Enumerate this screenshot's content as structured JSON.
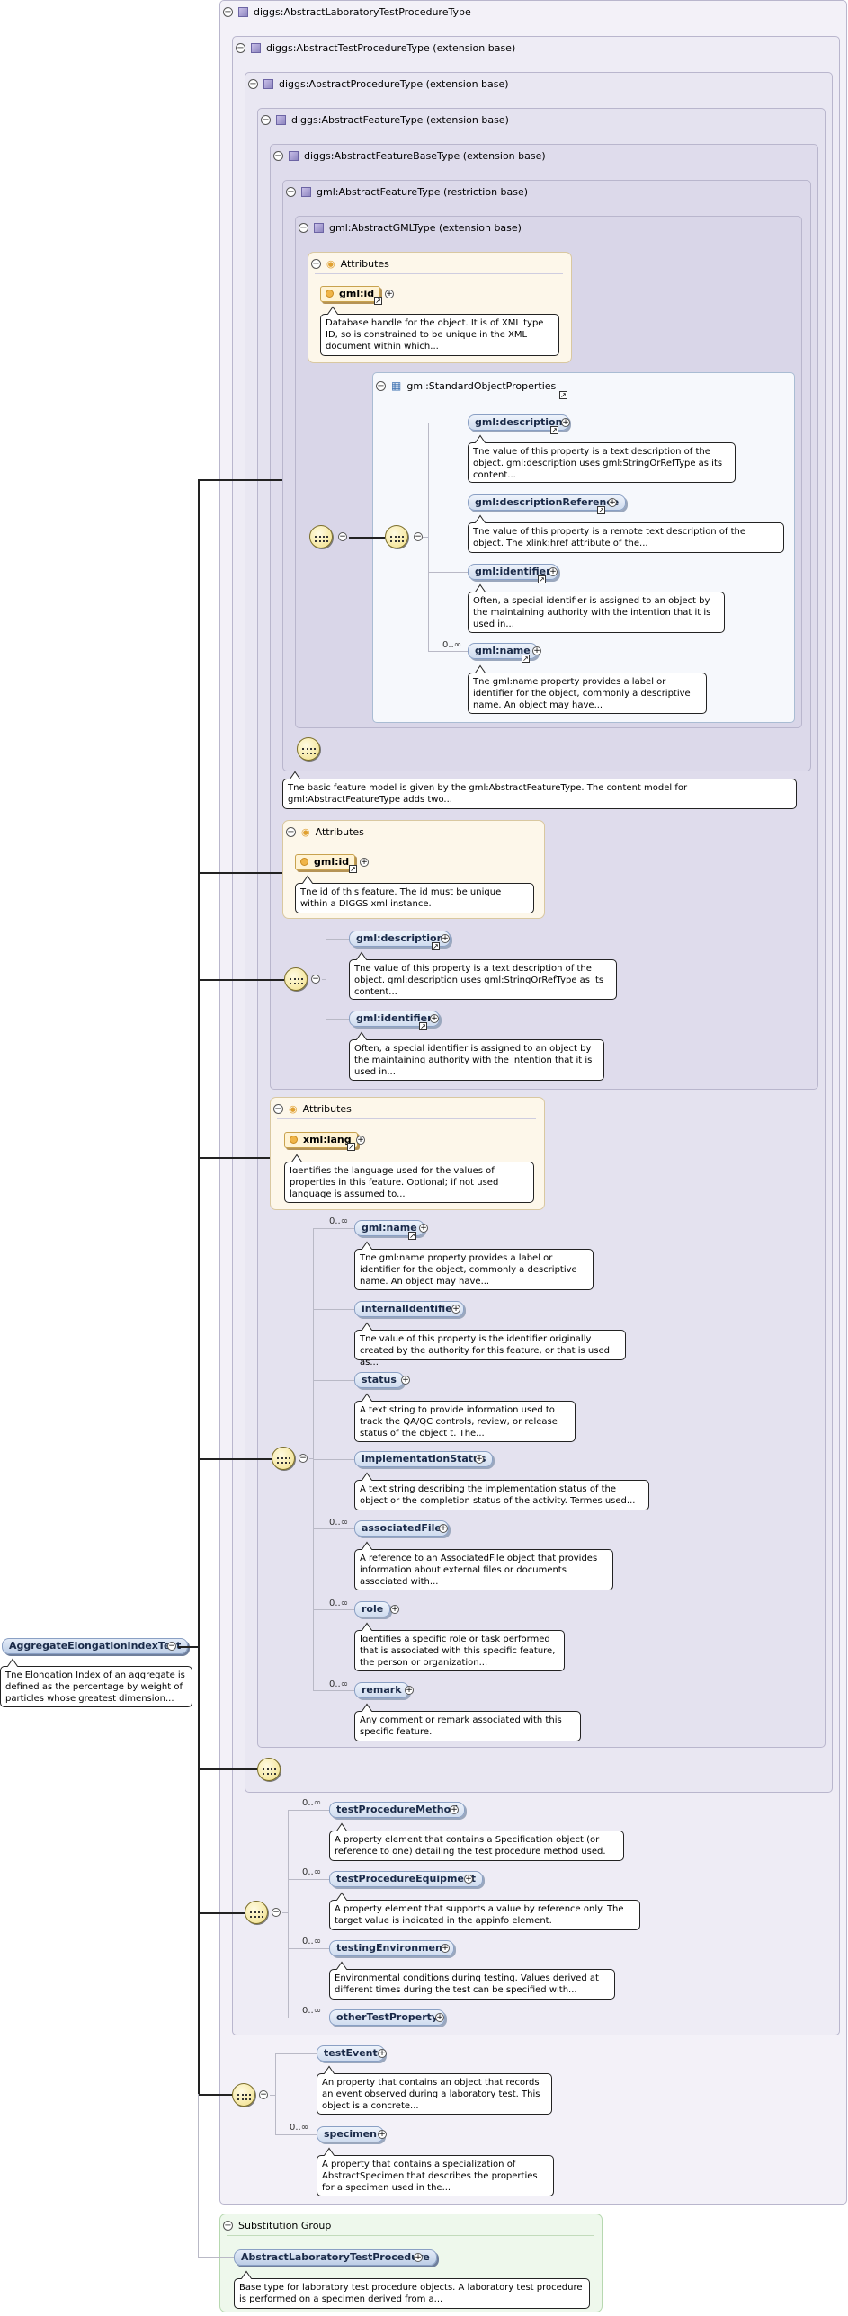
{
  "root": {
    "name": "AggregateElongationIndexTest",
    "doc": "The Elongation Index of an aggregate is defined as the percentage by weight of particles whose greatest dimension..."
  },
  "types": {
    "t1": "diggs:AbstractLaboratoryTestProcedureType",
    "t2": "diggs:AbstractTestProcedureType (extension base)",
    "t3": "diggs:AbstractProcedureType (extension base)",
    "t4": "diggs:AbstractFeatureType (extension base)",
    "t5": "diggs:AbstractFeatureBaseType (extension base)",
    "t6": "gml:AbstractFeatureType (restriction base)",
    "t7": "gml:AbstractGMLType (extension base)"
  },
  "attributes_label": "Attributes",
  "gml_id": {
    "name": "gml:id",
    "doc": "Database handle for the object. It is of XML type ID, so is constrained to be unique in the XML document within which..."
  },
  "std_props": {
    "title": "gml:StandardObjectProperties",
    "items": [
      {
        "name": "gml:description",
        "doc": "The value of this property is a text description of the object. gml:description uses gml:StringOrRefType as its content..."
      },
      {
        "name": "gml:descriptionReference",
        "doc": "The value of this property is a remote text description of the object. The xlink:href attribute of the..."
      },
      {
        "name": "gml:identifier",
        "doc": "Often, a special identifier is assigned to an object by the maintaining authority with the intention that it is used in..."
      },
      {
        "name": "gml:name",
        "occ": "0..∞",
        "doc": "The gml:name property provides a label or identifier for the object, commonly a descriptive name. An object may have..."
      }
    ]
  },
  "gml_feature_doc": "The basic feature model is given by the gml:AbstractFeatureType. The content model for gml:AbstractFeatureType adds two...",
  "feature_base_attr": {
    "name": "gml:id",
    "doc": "The id of this feature. The id must be unique within a DIGGS xml instance."
  },
  "feature_base_seq": [
    {
      "name": "gml:description",
      "doc": "The value of this property is a text description of the object. gml:description uses gml:StringOrRefType as its content..."
    },
    {
      "name": "gml:identifier",
      "doc": "Often, a special identifier is assigned to an object by the maintaining authority with the intention that it is used in..."
    }
  ],
  "feature_attr": {
    "name": "xml:lang",
    "doc": "Identifies the language used for the values of properties in this feature. Optional; if not used language is assumed to..."
  },
  "feature_seq": [
    {
      "name": "gml:name",
      "occ": "0..∞",
      "doc": "The gml:name property provides a label or identifier for the object, commonly a descriptive name. An object may have..."
    },
    {
      "name": "internalIdentifier",
      "occ": "",
      "doc": "The value of this property is the identifier originally created by the authority for this feature, or that is used as..."
    },
    {
      "name": "status",
      "occ": "",
      "doc": "A text string to provide information used to track the QA/QC controls, review, or release status of the object t. The..."
    },
    {
      "name": "implementationStatus",
      "occ": "",
      "doc": "A text string describing the implementation status of the object or the completion status of the activity. Termes used..."
    },
    {
      "name": "associatedFile",
      "occ": "0..∞",
      "doc": "A reference to an AssociatedFile object that provides information about external files or documents associated with..."
    },
    {
      "name": "role",
      "occ": "0..∞",
      "doc": "Identifies a specific role or task performed that is associated with this specific feature, the person or organization..."
    },
    {
      "name": "remark",
      "occ": "0..∞",
      "doc": "Any comment or remark associated with this specific feature."
    }
  ],
  "test_seq": [
    {
      "name": "testProcedureMethod",
      "occ": "0..∞",
      "doc": "A property element that contains a Specification object (or reference to one) detailing the test procedure method used."
    },
    {
      "name": "testProcedureEquipment",
      "occ": "0..∞",
      "doc": "A property element that supports a value by reference only. The target value is indicated in the appinfo element."
    },
    {
      "name": "testingEnvironment",
      "occ": "0..∞",
      "doc": "Environmental conditions during testing. Values derived at different times during the test can be specified with..."
    },
    {
      "name": "otherTestProperty",
      "occ": "0..∞",
      "doc": ""
    }
  ],
  "lab_seq": [
    {
      "name": "testEvent",
      "occ": "",
      "doc": "An property that contains an object that records an event observed during a laboratory test. This object is a concrete..."
    },
    {
      "name": "specimen",
      "occ": "0..∞",
      "doc": "A property that contains a specialization of AbstractSpecimen that describes the properties for a specimen used in the..."
    }
  ],
  "subst": {
    "title": "Substitution Group",
    "name": "AbstractLaboratoryTestProcedure",
    "doc": "Base type for laboratory test procedure objects. A laboratory test procedure is performed on a specimen derived from a..."
  },
  "icons": {
    "toggle": "collapse-toggle-icon",
    "type": "complex-type-icon",
    "sequence": "sequence-compositor-icon",
    "attr": "attribute-icon",
    "ref": "reference-arrow-icon",
    "expand": "expand-plus-icon"
  }
}
